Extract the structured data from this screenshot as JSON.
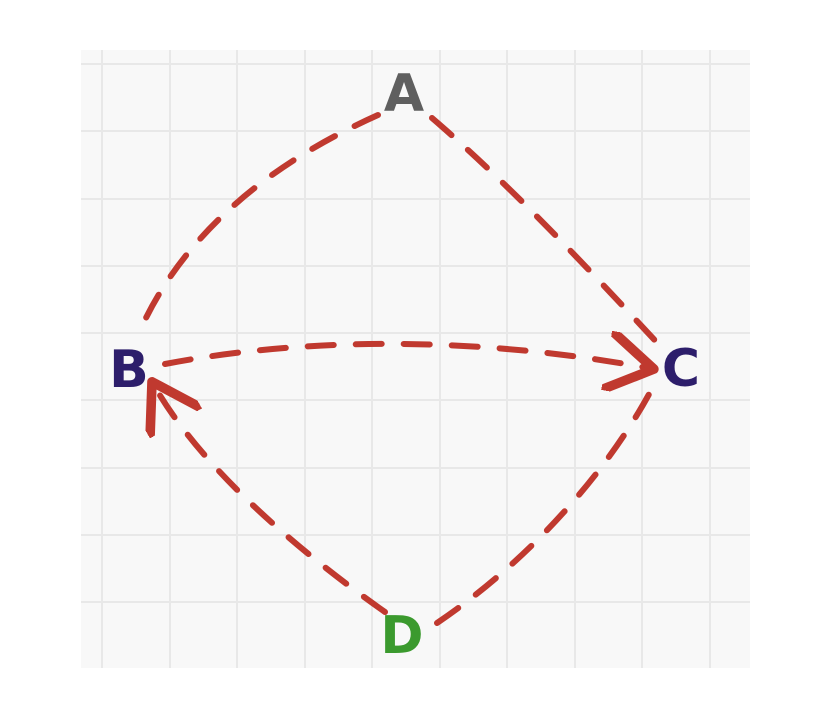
{
  "colors": {
    "canvas": "#f8f8f8",
    "grid": "#e8e8e8",
    "edge": "#c0392f",
    "node_a": "#5f5f5f",
    "node_b": "#2d1e6b",
    "node_c": "#2d1e6b",
    "node_d": "#3b9a2e"
  },
  "diagram": {
    "style": "hand-drawn",
    "grid": true,
    "nodes": [
      {
        "id": "A",
        "label": "A"
      },
      {
        "id": "B",
        "label": "B"
      },
      {
        "id": "C",
        "label": "C"
      },
      {
        "id": "D",
        "label": "D"
      }
    ],
    "edges": [
      {
        "id": "a-b",
        "from": "A",
        "to": "B",
        "style": "dashed",
        "arrow": false
      },
      {
        "id": "a-c",
        "from": "A",
        "to": "C",
        "style": "dashed",
        "arrow": false
      },
      {
        "id": "b-c",
        "from": "B",
        "to": "C",
        "style": "dashed",
        "arrow": true
      },
      {
        "id": "d-b",
        "from": "D",
        "to": "B",
        "style": "dashed",
        "arrow": true
      },
      {
        "id": "d-c",
        "from": "D",
        "to": "C",
        "style": "dashed",
        "arrow": false
      }
    ]
  }
}
